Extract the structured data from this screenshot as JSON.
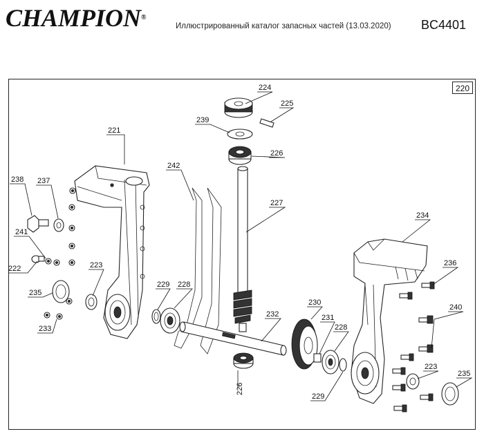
{
  "header": {
    "brand": "CHAMPION",
    "brand_mark": "®",
    "catalog_title": "Иллюстрированный каталог запасных частей (13.03.2020)",
    "model": "BC4401"
  },
  "diagram": {
    "group_number": "220",
    "callouts": [
      "221",
      "222",
      "223",
      "224",
      "225",
      "226",
      "227",
      "228",
      "229",
      "230",
      "231",
      "232",
      "233",
      "234",
      "235",
      "236",
      "237",
      "238",
      "239",
      "240",
      "241",
      "242"
    ]
  }
}
